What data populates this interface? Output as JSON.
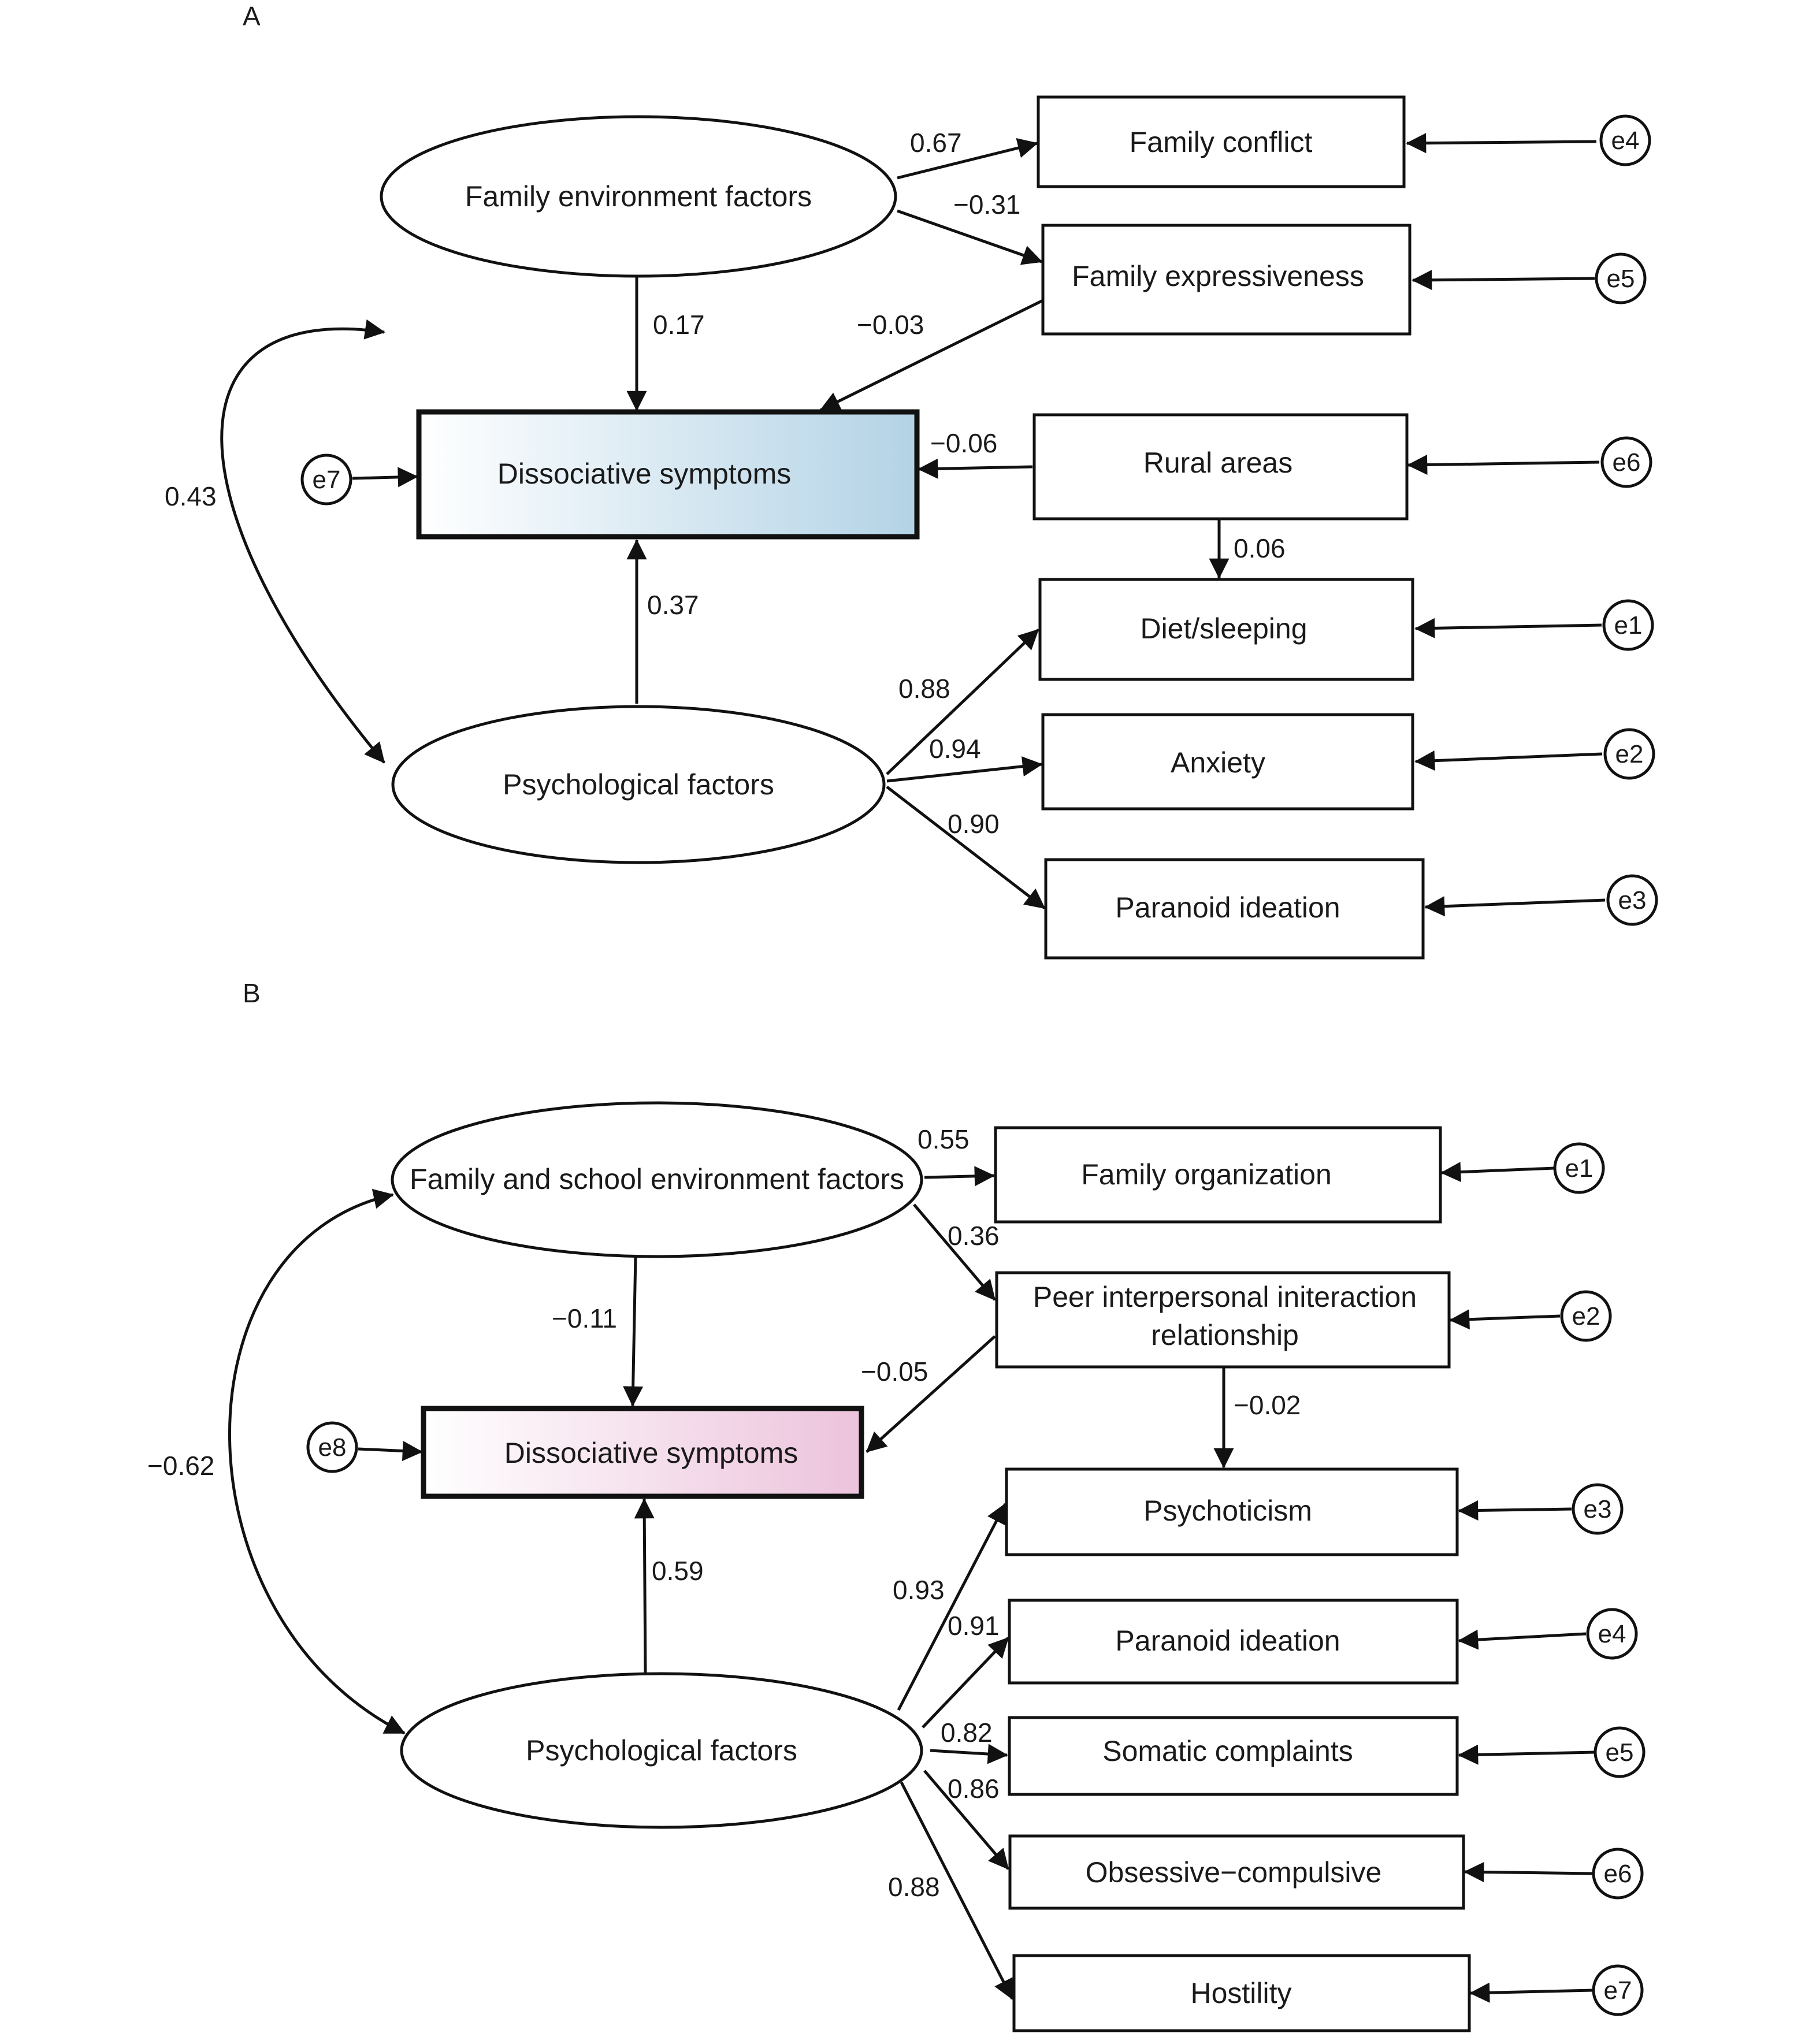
{
  "panels": {
    "a": {
      "label": "A",
      "nodes": {
        "family_environment": "Family environment factors",
        "psychological": "Psychological factors",
        "dissociative": "Dissociative symptoms",
        "family_conflict": "Family conflict",
        "family_expressiveness": "Family expressiveness",
        "rural_areas": "Rural areas",
        "diet_sleeping": "Diet/sleeping",
        "anxiety": "Anxiety",
        "paranoid": "Paranoid ideation"
      },
      "errors": {
        "e1": "e1",
        "e2": "e2",
        "e3": "e3",
        "e4": "e4",
        "e5": "e5",
        "e6": "e6",
        "e7": "e7"
      },
      "coefficients": {
        "fe_to_conflict": "0.67",
        "fe_to_expressiveness": "−0.31",
        "fe_to_dissociative": "0.17",
        "expressiveness_to_dissociative": "−0.03",
        "rural_to_dissociative": "−0.06",
        "rural_to_diet": "0.06",
        "psych_to_dissociative": "0.37",
        "psych_to_diet": "0.88",
        "psych_to_anxiety": "0.94",
        "psych_to_paranoid": "0.90",
        "correlation": "0.43"
      },
      "colors": {
        "main_fill_start": "#ffffff",
        "main_fill_end": "#b3d3e6"
      }
    },
    "b": {
      "label": "B",
      "nodes": {
        "family_school": "Family and school environment factors",
        "psychological": "Psychological factors",
        "dissociative": "Dissociative symptoms",
        "family_organization": "Family organization",
        "peer_line1": "Peer interpersonal initeraction",
        "peer_line2": "relationship",
        "psychoticism": "Psychoticism",
        "paranoid": "Paranoid ideation",
        "somatic": "Somatic complaints",
        "obsessive": "Obsessive−compulsive",
        "hostility": "Hostility"
      },
      "errors": {
        "e1": "e1",
        "e2": "e2",
        "e3": "e3",
        "e4": "e4",
        "e5": "e5",
        "e6": "e6",
        "e7": "e7",
        "e8": "e8"
      },
      "coefficients": {
        "fs_to_organization": "0.55",
        "fs_to_peer": "0.36",
        "fs_to_dissociative": "−0.11",
        "peer_to_dissociative": "−0.05",
        "peer_to_psychoticism": "−0.02",
        "psych_to_dissociative": "0.59",
        "psych_to_psychoticism": "0.93",
        "psych_to_paranoid": "0.91",
        "psych_to_somatic": "0.82",
        "psych_to_obsessive": "0.86",
        "psych_to_hostility": "0.88",
        "correlation": "−0.62"
      },
      "colors": {
        "main_fill_start": "#ffffff",
        "main_fill_end": "#ecc3dc"
      }
    }
  }
}
